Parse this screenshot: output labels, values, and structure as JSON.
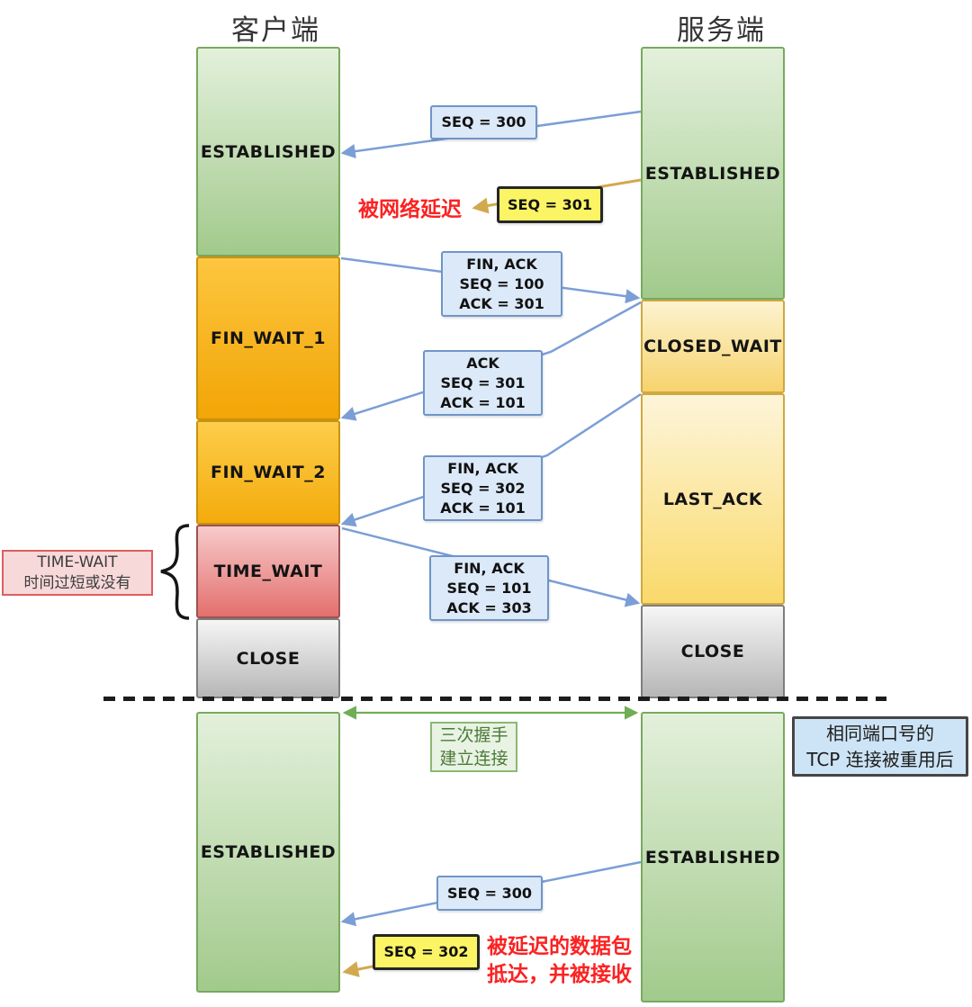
{
  "headers": {
    "client": "客户端",
    "server": "服务端"
  },
  "client": {
    "states": [
      {
        "label": "ESTABLISHED"
      },
      {
        "label": "FIN_WAIT_1"
      },
      {
        "label": "FIN_WAIT_2"
      },
      {
        "label": "TIME_WAIT"
      },
      {
        "label": "CLOSE"
      }
    ],
    "bottom_state": "ESTABLISHED"
  },
  "server": {
    "states": [
      {
        "label": "ESTABLISHED"
      },
      {
        "label": "CLOSED_WAIT"
      },
      {
        "label": "LAST_ACK"
      },
      {
        "label": "CLOSE"
      }
    ],
    "bottom_state": "ESTABLISHED"
  },
  "messages": {
    "seq300_top": {
      "label": "SEQ = 300"
    },
    "seq301_delayed": {
      "label": "SEQ = 301"
    },
    "fin_from_client": {
      "line1": "FIN, ACK",
      "line2": "SEQ = 100",
      "line3": "ACK = 301"
    },
    "ack_from_server": {
      "line1": "ACK",
      "line2": "SEQ = 301",
      "line3": "ACK = 101"
    },
    "fin_from_server": {
      "line1": "FIN, ACK",
      "line2": "SEQ = 302",
      "line3": "ACK = 101"
    },
    "ack_from_client": {
      "line1": "FIN, ACK",
      "line2": "SEQ = 101",
      "line3": "ACK = 303"
    },
    "seq300_bottom": {
      "label": "SEQ = 300"
    },
    "seq302_delayed": {
      "label": "SEQ = 302"
    }
  },
  "notes": {
    "network_delayed": "被网络延迟",
    "time_wait_note": {
      "line1": "TIME-WAIT",
      "line2": "时间过短或没有"
    },
    "handshake": {
      "line1": "三次握手",
      "line2": "建立连接"
    },
    "reuse_note": {
      "line1": "相同端口号的",
      "line2": "TCP 连接被重用后"
    },
    "delayed_arrival": {
      "line1": "被延迟的数据包",
      "line2": "抵达，并被接收"
    }
  },
  "colors": {
    "arrow_blue": "#7b9ed6",
    "arrow_tan": "#d2a94e",
    "arrow_green": "#6fae55",
    "state_green": "#a2ca8c",
    "state_orange": "#f2a506",
    "state_red": "#e3706e",
    "state_gray": "#b6b6b6",
    "state_amber": "#f7d36d",
    "msg_box_blue_bg": "#dce9f8",
    "msg_box_blue_border": "#6f95c8",
    "msg_box_yellow_bg": "#fbf464",
    "note_pink_bg": "#f8d9d9",
    "note_pink_border": "#dd5f5f",
    "note_green_bg": "#e8f3e3",
    "note_blue_bg": "#cde4f6",
    "alert_red": "#fb2222"
  }
}
